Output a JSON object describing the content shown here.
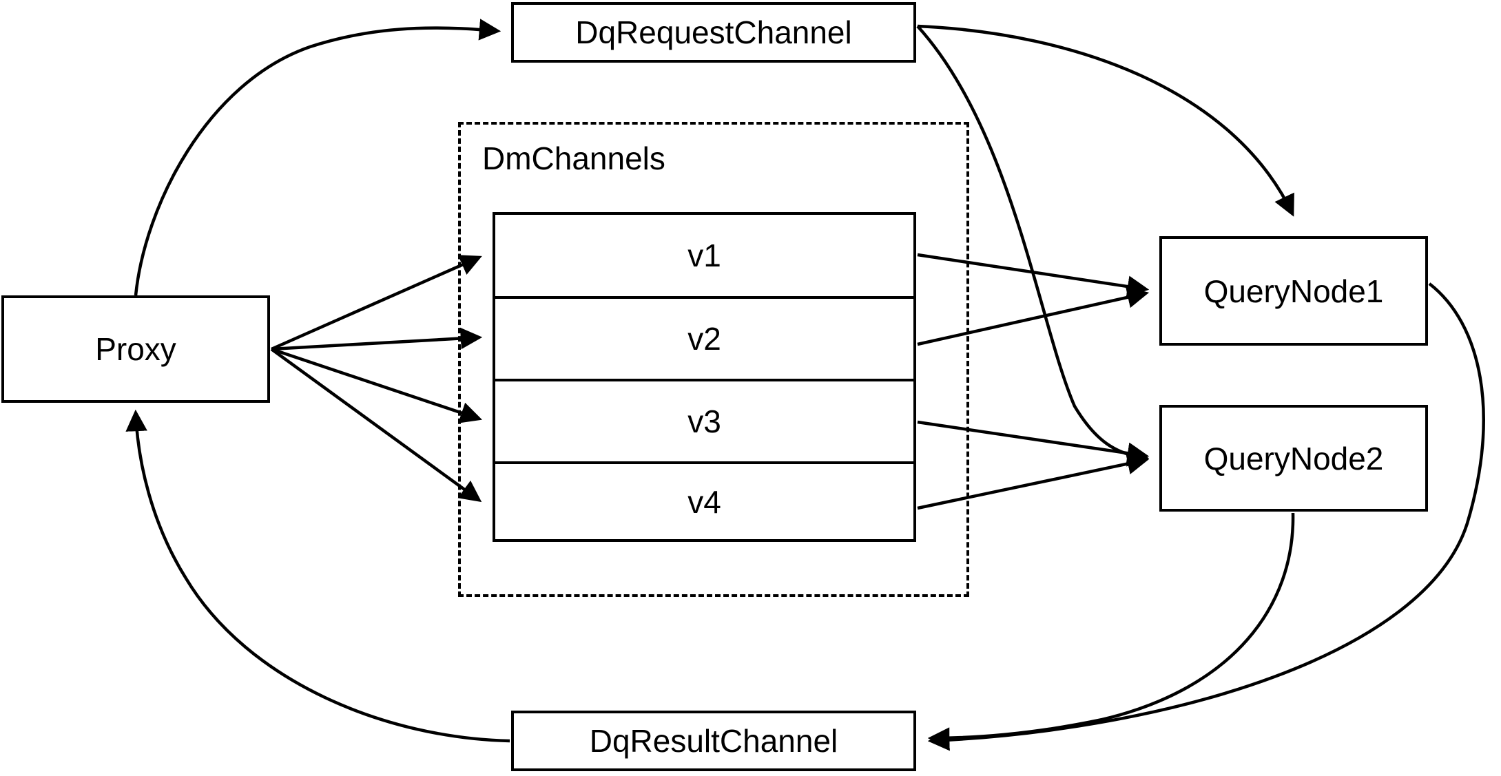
{
  "diagram": {
    "title": "Milvus distributed query channel flow",
    "background_color": "#ffffff",
    "stroke_color": "#000000",
    "nodes": {
      "proxy": {
        "label": "Proxy"
      },
      "dq_request_channel": {
        "label": "DqRequestChannel"
      },
      "dq_result_channel": {
        "label": "DqResultChannel"
      },
      "query_node_1": {
        "label": "QueryNode1"
      },
      "query_node_2": {
        "label": "QueryNode2"
      }
    },
    "group": {
      "label": "DmChannels",
      "style": "dashed"
    },
    "channels": [
      {
        "label": "v1"
      },
      {
        "label": "v2"
      },
      {
        "label": "v3"
      },
      {
        "label": "v4"
      }
    ],
    "edges": [
      {
        "from": "Proxy",
        "to": "DqRequestChannel",
        "arrow": true,
        "style": "curved"
      },
      {
        "from": "Proxy",
        "to": "v1",
        "arrow": true,
        "style": "straight"
      },
      {
        "from": "Proxy",
        "to": "v2",
        "arrow": true,
        "style": "straight"
      },
      {
        "from": "Proxy",
        "to": "v3",
        "arrow": true,
        "style": "straight"
      },
      {
        "from": "Proxy",
        "to": "v4",
        "arrow": true,
        "style": "straight"
      },
      {
        "from": "DqRequestChannel",
        "to": "QueryNode1",
        "arrow": true,
        "style": "curved"
      },
      {
        "from": "DqRequestChannel",
        "to": "QueryNode2",
        "arrow": true,
        "style": "curved"
      },
      {
        "from": "v1",
        "to": "QueryNode1",
        "arrow": true,
        "style": "straight"
      },
      {
        "from": "v2",
        "to": "QueryNode1",
        "arrow": true,
        "style": "straight"
      },
      {
        "from": "v3",
        "to": "QueryNode2",
        "arrow": true,
        "style": "straight"
      },
      {
        "from": "v4",
        "to": "QueryNode2",
        "arrow": true,
        "style": "straight"
      },
      {
        "from": "QueryNode1",
        "to": "DqResultChannel",
        "arrow": true,
        "style": "curved"
      },
      {
        "from": "QueryNode2",
        "to": "DqResultChannel",
        "arrow": true,
        "style": "curved"
      },
      {
        "from": "DqResultChannel",
        "to": "Proxy",
        "arrow": true,
        "style": "curved"
      }
    ]
  }
}
